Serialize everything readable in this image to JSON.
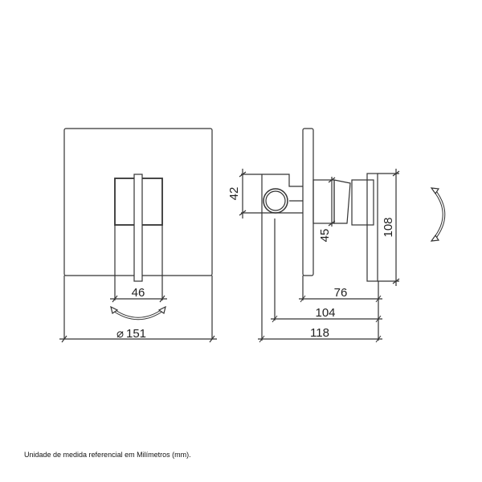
{
  "front_view": {
    "handle_width": "46",
    "diameter_symbol": "⌀",
    "plate_diameter": "151"
  },
  "side_view": {
    "body_height": "42",
    "collar_height": "45",
    "lever_height": "108",
    "depth_plate_to_lever": "76",
    "depth_pipe_to_lever": "104",
    "total_depth": "118"
  },
  "footnote": "Unidade de medida referencial em Milímetros (mm)."
}
